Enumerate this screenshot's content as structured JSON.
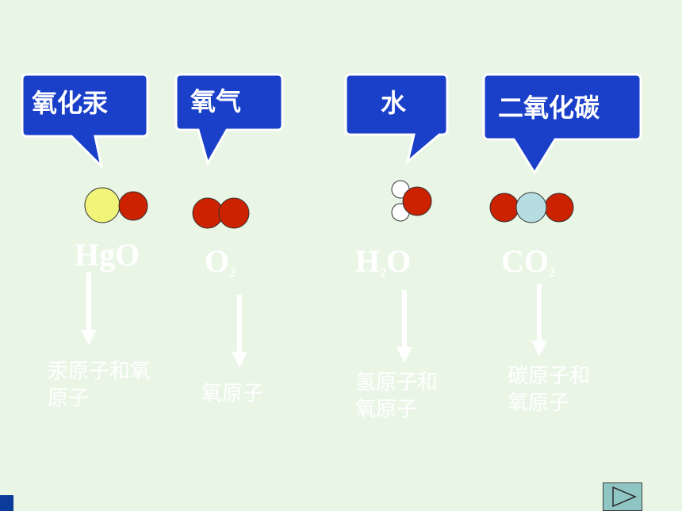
{
  "callouts": [
    {
      "label": "氧化汞"
    },
    {
      "label": "氧气"
    },
    {
      "label": "水"
    },
    {
      "label": "二氧化碳"
    }
  ],
  "formulas": {
    "hgo": {
      "main": "HgO"
    },
    "o2": {
      "main": "O",
      "sub": "2"
    },
    "h2o": {
      "pre": "H",
      "sub": "2",
      "post": "O"
    },
    "co2": {
      "main": "CO",
      "sub": "2"
    }
  },
  "descriptions": [
    {
      "text": "汞原子和氧原子"
    },
    {
      "text": "氧原子"
    },
    {
      "text": "氢原子和氧原子"
    },
    {
      "text": "碳原子和氧原子"
    }
  ],
  "colors": {
    "background": "#e9f6e6",
    "callout_fill": "#1a3fc9",
    "oxygen_atom": "#cc2200",
    "mercury_atom": "#f0f57a",
    "hydrogen_atom": "#ffffff",
    "carbon_atom": "#b6dde2"
  },
  "icons": {
    "nav": "play-triangle-icon"
  }
}
